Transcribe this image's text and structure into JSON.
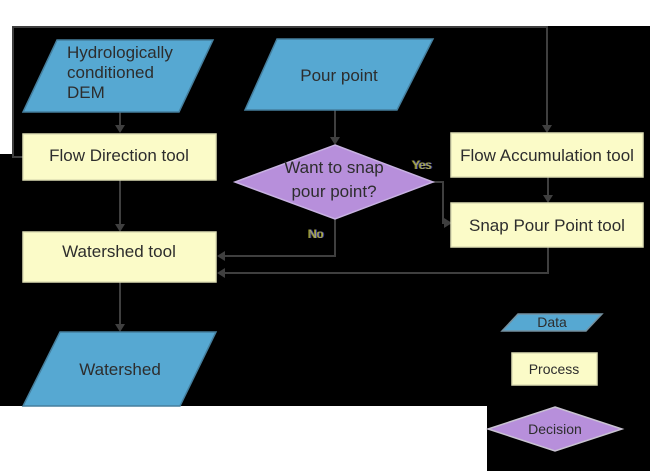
{
  "nodes": {
    "dem": {
      "line1": "Hydrologically",
      "line2": "conditioned",
      "line3": "DEM"
    },
    "pour_point": {
      "label": "Pour point"
    },
    "flow_direction": {
      "label": "Flow Direction tool"
    },
    "flow_accumulation": {
      "label": "Flow Accumulation tool"
    },
    "snap_pour_point": {
      "label": "Snap Pour Point tool"
    },
    "decision": {
      "line1": "Want to snap",
      "line2": "pour point?"
    },
    "watershed_tool": {
      "label": "Watershed tool"
    },
    "watershed": {
      "label": "Watershed"
    }
  },
  "edge_labels": {
    "yes": "Yes",
    "no": "No"
  },
  "legend": {
    "data": "Data",
    "process": "Process",
    "decision": "Decision"
  },
  "colors": {
    "canvas_black": "#000000",
    "page_white": "#ffffff",
    "data_fill": "#56a8d2",
    "process_fill": "#fbfbc8",
    "decision_fill": "#b78fdb",
    "connector": "#3f3f3f",
    "label_text": "#2d2d2d",
    "edge_label_text": "#a8a86a"
  }
}
